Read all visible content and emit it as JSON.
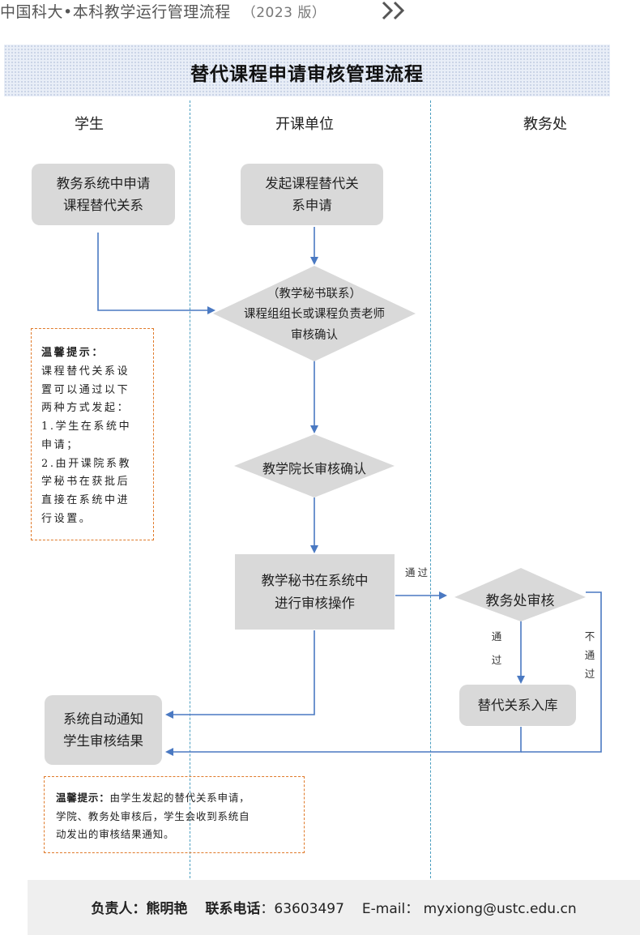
{
  "header": {
    "title": "中国科大•本科教学运行管理流程",
    "year": "（2023 版）",
    "chevron": "》"
  },
  "flow_title": "替代课程申请审核管理流程",
  "lanes": {
    "student": "学生",
    "department": "开课单位",
    "academic_office": "教务处"
  },
  "nodes": {
    "student_apply": [
      "教务系统中申请",
      "课程替代关系"
    ],
    "dept_initiate": [
      "发起课程替代关",
      "系申请"
    ],
    "dept_confirm": [
      "（教学秘书联系）",
      "课程组组长或课程负责老师",
      "审核确认"
    ],
    "dean_confirm": "教学院长审核确认",
    "secretary_operate": [
      "教学秘书在系统中",
      "进行审核操作"
    ],
    "office_review": "教务处审核",
    "store": "替代关系入库",
    "notify": [
      "系统自动通知",
      "学生审核结果"
    ]
  },
  "edge_labels": {
    "pass_h": "通过",
    "pass_v": [
      "通",
      "过"
    ],
    "fail_v": [
      "不",
      "通",
      "过"
    ]
  },
  "notes": {
    "note1": {
      "title": "温馨提示：",
      "lines": [
        "课程替代关系设",
        "置可以通过以下",
        "两种方式发起：",
        "1.学生在系统中",
        "申请；",
        "2.由开课院系教",
        "学秘书在获批后",
        "直接在系统中进",
        "行设置。"
      ]
    },
    "note2": {
      "title": "温馨提示：",
      "line1": "由学生发起的替代关系申请，",
      "line2": "学院、教务处审核后，学生会收到系统自",
      "line3": "动发出的审核结果通知。"
    }
  },
  "footer": {
    "person_label": "负责人",
    "person": "：熊明艳",
    "phone_label": "联系电话",
    "phone": "：63603497",
    "email": "E-mail： myxiong@ustc.edu.cn"
  },
  "colors": {
    "arrow": "#4a79c2",
    "lane_divider": "#4a9ec0",
    "box": "#d9d9d9",
    "note_border": "#e07a2a"
  }
}
